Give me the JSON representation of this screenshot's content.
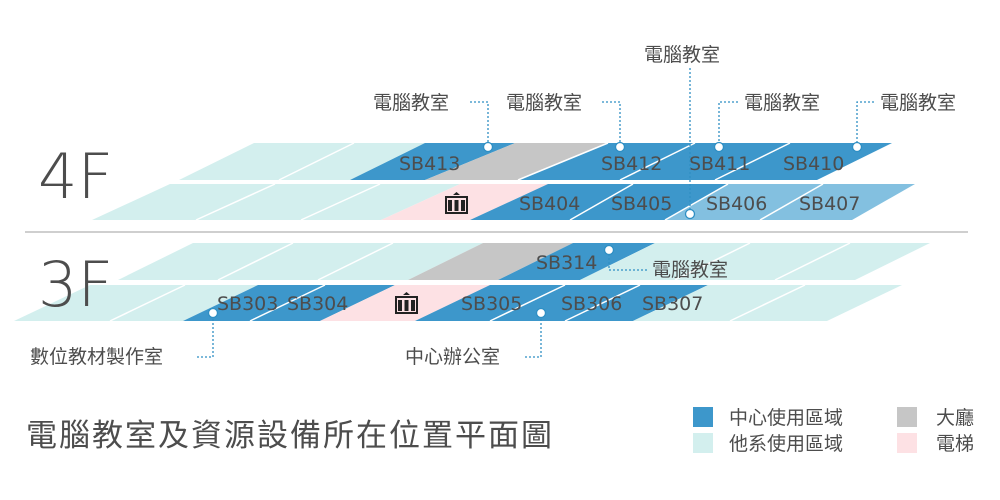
{
  "colors": {
    "center_use": "#3d97cb",
    "center_use_light": "#83c0e0",
    "other_use": "#d3efee",
    "lobby": "#c6c6c6",
    "elevator": "#fde1e4",
    "text": "#4d4d4d",
    "leader": "#2f8fc4",
    "divider": "#cfcfcf"
  },
  "floors": {
    "f4": "4F",
    "f3": "3F"
  },
  "rooms": {
    "sb413": "SB413",
    "sb412": "SB412",
    "sb411": "SB411",
    "sb410": "SB410",
    "sb404": "SB404",
    "sb405": "SB405",
    "sb406": "SB406",
    "sb407": "SB407",
    "sb314": "SB314",
    "sb303": "SB303",
    "sb304": "SB304",
    "sb305": "SB305",
    "sb306": "SB306",
    "sb307": "SB307"
  },
  "callouts": {
    "pc_413": "電腦教室",
    "pc_412": "電腦教室",
    "pc_405": "電腦教室",
    "pc_411": "電腦教室",
    "pc_410": "電腦教室",
    "pc_314": "電腦教室",
    "digital_media": "數位教材製作室",
    "center_office": "中心辦公室"
  },
  "title": "電腦教室及資源設備所在位置平面圖",
  "legend": {
    "center_use": "中心使用區域",
    "other_use": "他系使用區域",
    "lobby": "大廳",
    "elevator": "電梯"
  },
  "icons": {
    "elevator": "elevator-icon"
  }
}
